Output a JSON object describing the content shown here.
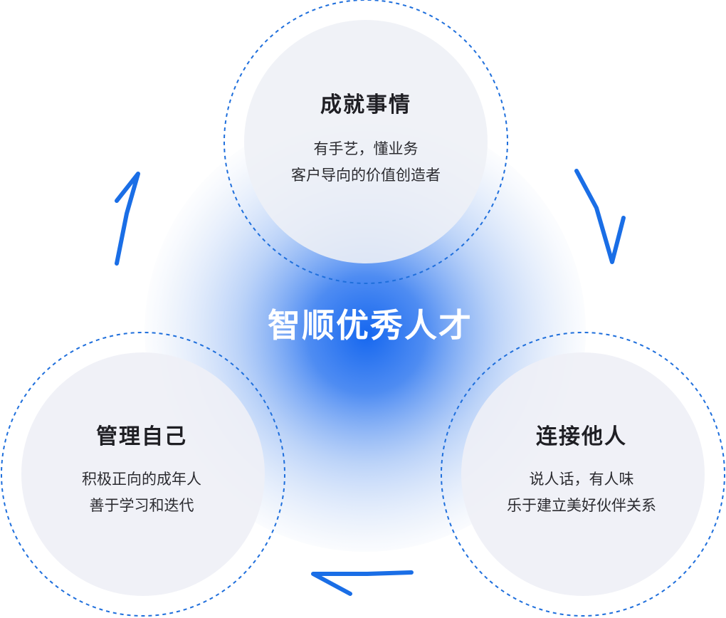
{
  "center": {
    "title": "智顺优秀人才"
  },
  "nodes": [
    {
      "title": "成就事情",
      "lines": [
        "有手艺，懂业务",
        "客户导向的价值创造者"
      ]
    },
    {
      "title": "连接他人",
      "lines": [
        "说人话，有人味",
        "乐于建立美好伙伴关系"
      ]
    },
    {
      "title": "管理自己",
      "lines": [
        "积极正向的成年人",
        "善于学习和迭代"
      ]
    }
  ],
  "colors": {
    "accent": "#1a6ee6",
    "core": "#1e6ff0",
    "node_fill": "#eef0f6",
    "dash": "#1f6fdc"
  }
}
